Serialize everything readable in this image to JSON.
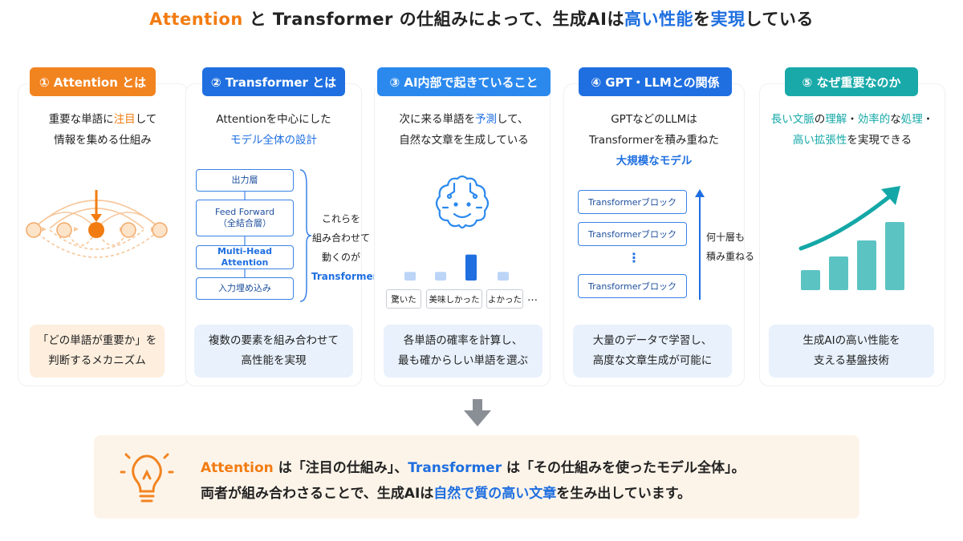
{
  "title": {
    "p1": "Attention",
    "p2": " と ",
    "p3": "Transformer",
    "p4": " の仕組みによって、生成AIは",
    "p5": "高い性能",
    "p6": "を",
    "p7": "実現",
    "p8": "している"
  },
  "colors": {
    "orange": "#f27c12",
    "blue": "#1f6fe0",
    "teal": "#14a7a7",
    "summary_bg": "#fdf4e9"
  },
  "panels": [
    {
      "badge": "① Attention とは",
      "desc1_a": "重要な単語に",
      "desc1_b": "注目",
      "desc1_c": "して",
      "desc2": "情報を集める仕組み",
      "bottom1": "「どの単語が重要か」を",
      "bottom2": "判断するメカニズム"
    },
    {
      "badge": "② Transformer とは",
      "desc1": "Attentionを中心にした",
      "desc2": "モデル全体の設計",
      "layers": [
        "出力層",
        "Feed Forward",
        "（全結合層）",
        "Multi-Head Attention",
        "入力埋め込み"
      ],
      "side1": "これらを",
      "side2": "組み合わせて",
      "side3": "動くのが",
      "side4": "Transformer",
      "bottom1": "複数の要素を組み合わせて",
      "bottom2": "高性能を実現"
    },
    {
      "badge": "③ AI内部で起きていること",
      "desc1_a": "次に来る単語を",
      "desc1_b": "予測",
      "desc1_c": "して、",
      "desc2": "自然な文章を生成している",
      "words": [
        "驚いた",
        "美味しかった",
        "よかった",
        "…"
      ],
      "probs": [
        0.3,
        0.3,
        0.9,
        0.3
      ],
      "bottom1": "各単語の確率を計算し、",
      "bottom2": "最も確からしい単語を選ぶ"
    },
    {
      "badge": "④ GPT・LLMとの関係",
      "desc1": "GPTなどのLLMは",
      "desc2": "Transformerを積み重ねた",
      "desc3": "大規模なモデル",
      "block": "Transformerブロック",
      "dots": "⋮",
      "side1": "何十層も",
      "side2": "積み重ねる",
      "bottom1": "大量のデータで学習し、",
      "bottom2": "高度な文章生成が可能に"
    },
    {
      "badge": "⑤ なぜ重要なのか",
      "d1": "長い文脈",
      "d2": "の",
      "d3": "理解",
      "d4": "・",
      "d5": "効率的",
      "d6": "な",
      "d7": "処理",
      "d8": "・",
      "d9": "高い拡張性",
      "d10": "を実現できる",
      "growth": [
        0.25,
        0.42,
        0.62,
        0.85
      ],
      "bottom1": "生成AIの高い性能を",
      "bottom2": "支える基盤技術"
    }
  ],
  "summary": {
    "l1_a": "Attention",
    "l1_b": " は「注目の仕組み」、",
    "l1_c": "Transformer",
    "l1_d": " は「その仕組みを使ったモデル全体」。",
    "l2_a": "両者が組み合わさることで、生成AIは",
    "l2_b": "自然で質の高い文章",
    "l2_c": "を生み出しています。"
  }
}
